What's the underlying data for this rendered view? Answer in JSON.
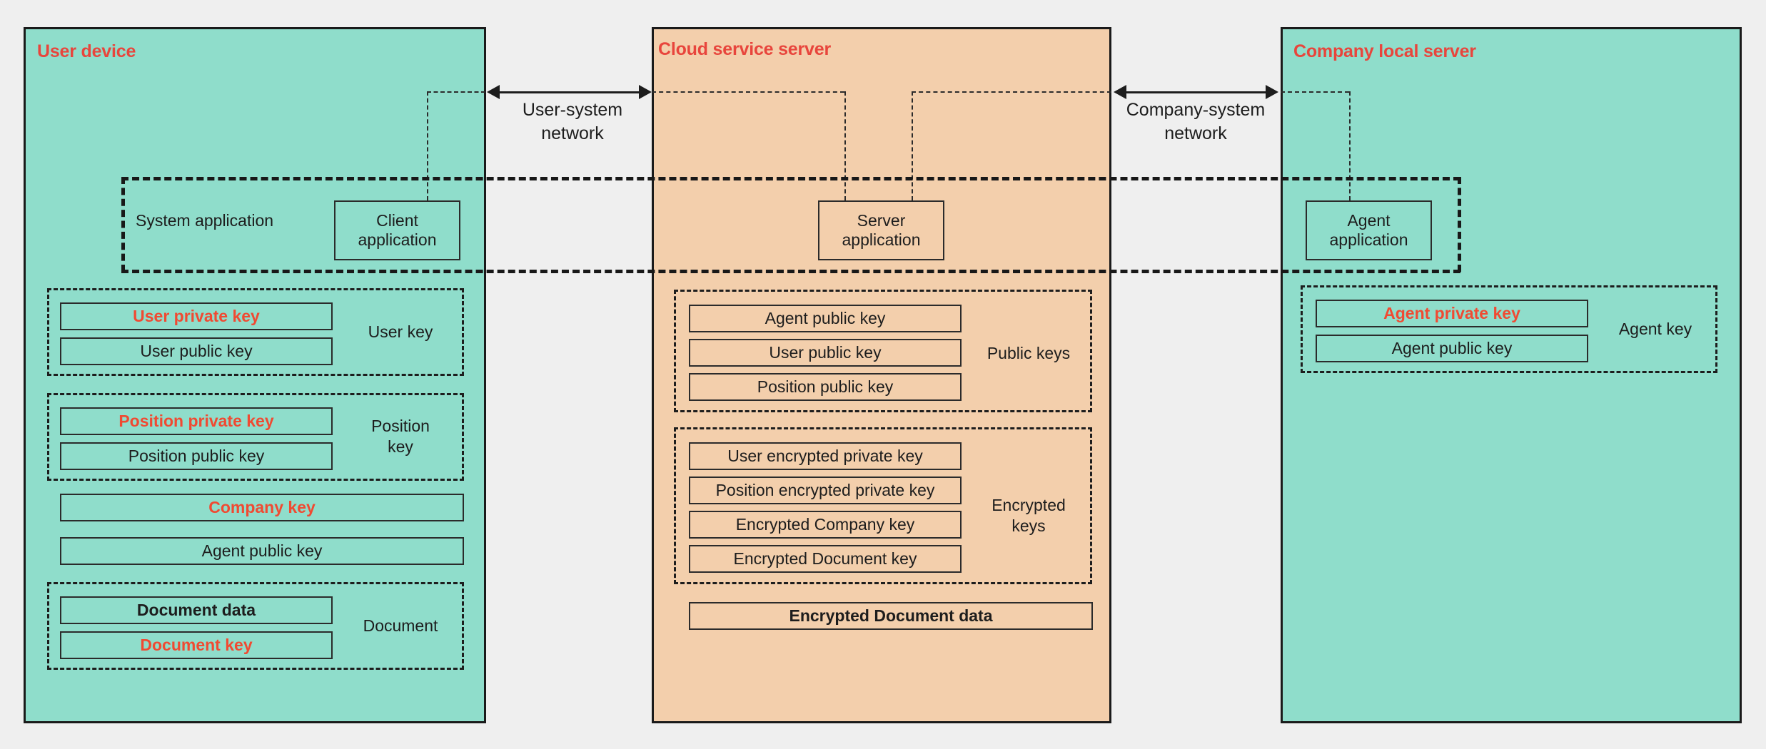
{
  "zones": {
    "user_device": {
      "title": "User device",
      "system_application_label": "System application",
      "client_application_label": "Client\napplication",
      "groups": [
        {
          "label": "User key",
          "items": [
            {
              "text": "User private key",
              "style": "red"
            },
            {
              "text": "User public key",
              "style": "plain"
            }
          ]
        },
        {
          "label": "Position\nkey",
          "items": [
            {
              "text": "Position private key",
              "style": "red"
            },
            {
              "text": "Position public key",
              "style": "plain"
            }
          ]
        },
        {
          "label": "Document",
          "items": [
            {
              "text": "Document data",
              "style": "bold"
            },
            {
              "text": "Document key",
              "style": "red"
            }
          ]
        }
      ],
      "loose_items": [
        {
          "text": "Company key",
          "style": "red"
        },
        {
          "text": "Agent public key",
          "style": "plain"
        }
      ]
    },
    "cloud_service_server": {
      "title": "Cloud service server",
      "server_application_label": "Server\napplication",
      "groups": [
        {
          "label": "Public keys",
          "items": [
            {
              "text": "Agent public key",
              "style": "plain"
            },
            {
              "text": "User public key",
              "style": "plain"
            },
            {
              "text": "Position public key",
              "style": "plain"
            }
          ]
        },
        {
          "label": "Encrypted\nkeys",
          "items": [
            {
              "text": "User encrypted private key",
              "style": "plain"
            },
            {
              "text": "Position encrypted private key",
              "style": "plain"
            },
            {
              "text": "Encrypted Company key",
              "style": "plain"
            },
            {
              "text": "Encrypted Document key",
              "style": "plain"
            }
          ]
        }
      ],
      "loose_items": [
        {
          "text": "Encrypted Document data",
          "style": "bold"
        }
      ]
    },
    "company_local_server": {
      "title": "Company local server",
      "agent_application_label": "Agent\napplication",
      "groups": [
        {
          "label": "Agent key",
          "items": [
            {
              "text": "Agent private key",
              "style": "red"
            },
            {
              "text": "Agent public key",
              "style": "plain"
            }
          ]
        }
      ],
      "loose_items": []
    }
  },
  "networks": [
    {
      "label": "User-system\nnetwork"
    },
    {
      "label": "Company-system\nnetwork"
    }
  ],
  "colors": {
    "teal_fill": "#8FDDCB",
    "peach_fill": "#F3CFAC",
    "title_red": "#E8453C",
    "accent_red": "#F04A32",
    "stroke": "#1d1d1d",
    "background": "#efefef"
  }
}
